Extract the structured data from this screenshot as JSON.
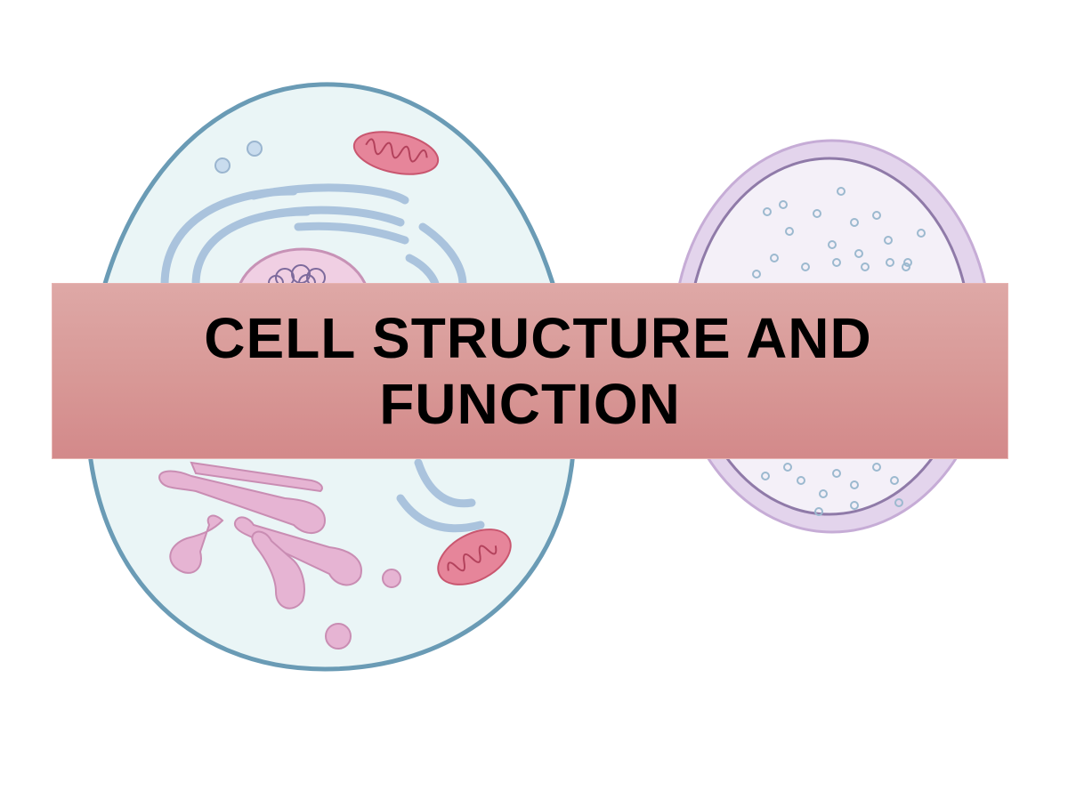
{
  "slide": {
    "title_lines": [
      "CELL STRUCTURE AND",
      "FUNCTION"
    ],
    "banner": {
      "color_top": "#dea8a6",
      "color_bottom": "#d3898a",
      "text_color": "#000000"
    },
    "illustrations": [
      {
        "name": "animal-cell",
        "membrane_color": "#6a9bb5",
        "cytoplasm_color": "#e8f4f5",
        "organelles": [
          "mitochondrion",
          "mitochondrion",
          "rough-endoplasmic-reticulum",
          "golgi-apparatus",
          "nucleus",
          "vesicles",
          "lysosome"
        ]
      },
      {
        "name": "round-cell",
        "membrane_color": "#c9aed6",
        "interior_color": "#f3eef7",
        "organelles": [
          "granules"
        ]
      }
    ]
  }
}
